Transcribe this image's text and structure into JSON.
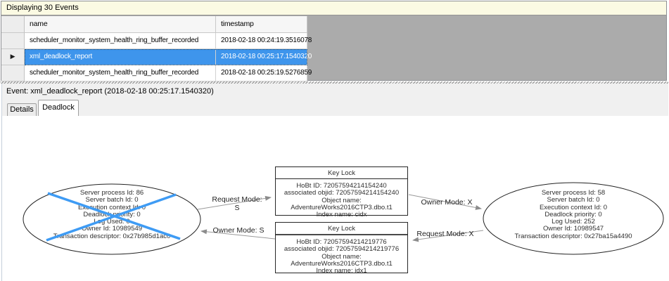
{
  "title_bar": {
    "text": "Displaying 30 Events"
  },
  "grid": {
    "columns": {
      "name": "name",
      "timestamp": "timestamp"
    },
    "selected_marker": "▶",
    "rows": [
      {
        "name": "scheduler_monitor_system_health_ring_buffer_recorded",
        "timestamp": "2018-02-18 00:24:19.3516078",
        "selected": false
      },
      {
        "name": "xml_deadlock_report",
        "timestamp": "2018-02-18 00:25:17.1540320",
        "selected": true
      },
      {
        "name": "scheduler_monitor_system_health_ring_buffer_recorded",
        "timestamp": "2018-02-18 00:25:19.5276859",
        "selected": false
      }
    ]
  },
  "event_bar": {
    "text": "Event: xml_deadlock_report (2018-02-18 00:25:17.1540320)"
  },
  "tabs": {
    "details": "Details",
    "deadlock": "Deadlock"
  },
  "graph": {
    "process_left": {
      "victim": true,
      "lines": [
        "Server process Id: 86",
        "Server batch Id: 0",
        "Execution context Id: 0",
        "Deadlock priority: 0",
        "Log Used: 0",
        "Owner Id: 10989549",
        "Transaction descriptor: 0x27b985d1ac0"
      ]
    },
    "process_right": {
      "victim": false,
      "lines": [
        "Server process Id: 58",
        "Server batch Id: 0",
        "Execution context Id: 0",
        "Deadlock priority: 0",
        "Log Used: 252",
        "Owner Id: 10989547",
        "Transaction descriptor: 0x27ba15a4490"
      ]
    },
    "lock_top": {
      "title": "Key Lock",
      "lines": [
        "HoBt ID: 72057594214154240",
        "associated objid: 72057594214154240",
        "Object name: AdventureWorks2016CTP3.dbo.t1",
        "Index name: cidx"
      ]
    },
    "lock_bottom": {
      "title": "Key Lock",
      "lines": [
        "HoBt ID: 72057594214219776",
        "associated objid: 72057594214219776",
        "Object name: AdventureWorks2016CTP3.dbo.t1",
        "Index name: idx1"
      ]
    },
    "edge_labels": {
      "request_s": "Request Mode: S",
      "owner_s": "Owner Mode: S",
      "owner_x": "Owner Mode: X",
      "request_x": "Request Mode: X"
    }
  },
  "colors": {
    "selection": "#3E95EC",
    "victim_cross": "#3E9BF4",
    "header_cream": "#FBFAE3"
  }
}
